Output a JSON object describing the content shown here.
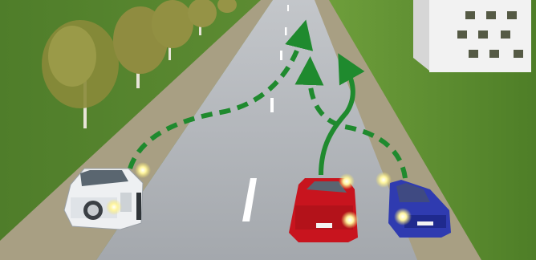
{
  "scene": {
    "type": "road-traffic-illustration",
    "cars": [
      {
        "kind": "suv",
        "color": "white",
        "position": "left-roadside",
        "flashing_indicators": true
      },
      {
        "kind": "sedan",
        "color": "red",
        "position": "road-lane",
        "flashing_indicators": true
      },
      {
        "kind": "sedan",
        "color": "blue",
        "position": "right-roadside",
        "flashing_indicators": true
      }
    ],
    "arrows": {
      "color": "#1f8a2e",
      "paths": [
        {
          "from": "white-suv",
          "style": "dashed",
          "direction": "up-right-to-top"
        },
        {
          "from": "red-car",
          "style": "solid",
          "direction": "straight-up"
        },
        {
          "from": "blue-car",
          "style": "dashed",
          "direction": "up-left-to-top"
        }
      ]
    },
    "colors": {
      "grass": "#5c8a31",
      "road": "#b0b4b8",
      "shoulder": "#a89f83",
      "arrow_green": "#1f8a2e",
      "indicator_yellow": "#f5e56b"
    }
  }
}
